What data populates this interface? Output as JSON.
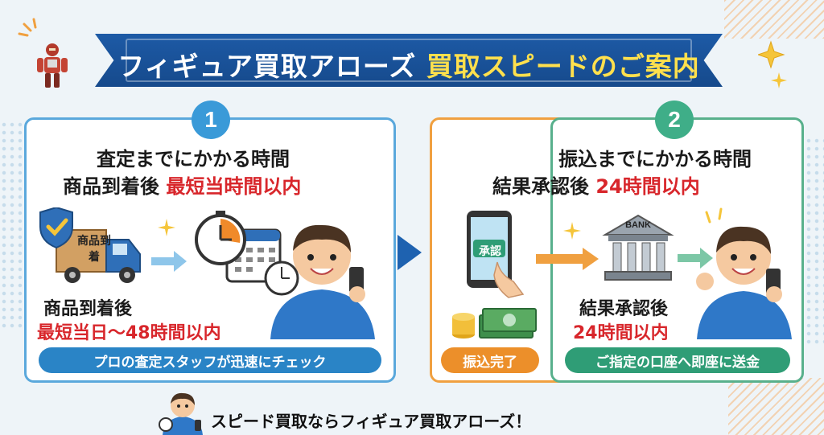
{
  "banner": {
    "title_main": "フィギュア買取アローズ",
    "title_accent": "買取スピードのご案内"
  },
  "step1": {
    "number": "1",
    "heading": "査定までにかかる時間",
    "subheading_prefix": "商品到着後",
    "subheading_highlight": "最短当時間以内",
    "truck_label": "商品到着",
    "detail_line1": "商品到着後",
    "detail_line2": "最短当日〜48時間以内",
    "pill": "プロの査定スタッフが迅速にチェック"
  },
  "step2": {
    "number": "2",
    "heading": "振込までにかかる時間",
    "subheading_prefix": "結果承認後",
    "subheading_highlight": "24時間以内",
    "phone_label": "承認",
    "bank_label": "BANK",
    "detail_line1": "結果承認後",
    "detail_line2": "24時間以内",
    "pill_left": "振込完了",
    "pill_right": "ご指定の口座へ即座に送金"
  },
  "footer": {
    "text": "スピード買取ならフィギュア買取アローズ！"
  },
  "colors": {
    "banner_blue": "#1d5aa6",
    "accent_yellow": "#ffe04d",
    "highlight_red": "#d8262b",
    "step1_blue": "#3a9ad8",
    "step2_green": "#3fae88",
    "orange": "#ec8f2a"
  }
}
